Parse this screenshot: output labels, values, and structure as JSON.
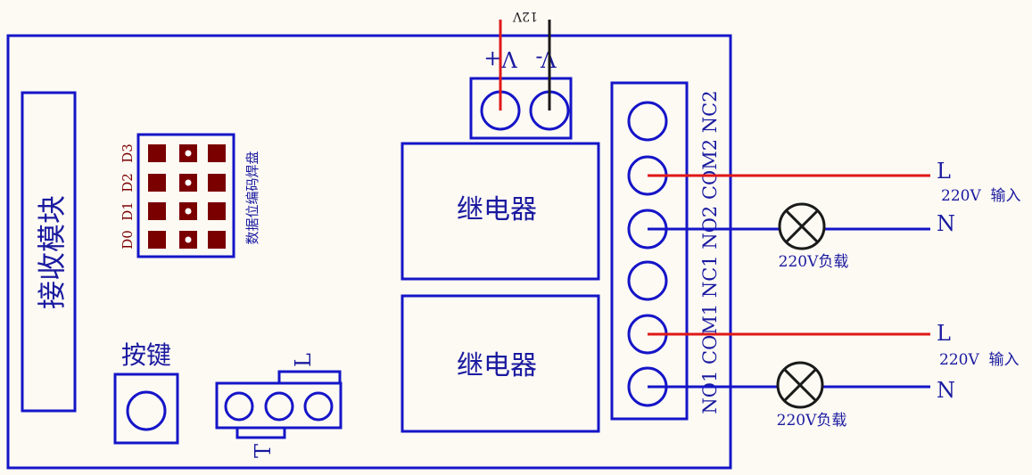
{
  "colors": {
    "board": "#1515c8",
    "text_blue": "#1a1aa0",
    "wire_red": "#e01818",
    "wire_dark": "#1a1a1a",
    "pad": "#7a0000",
    "background": "#fdfaf4"
  },
  "receiver_module_label": "接收模块",
  "button_label": "按键",
  "data_pad": {
    "bit_labels": [
      "D0",
      "D1",
      "D2",
      "D3"
    ],
    "caption": "数据位编码焊盘"
  },
  "switch_labels": {
    "top": "L",
    "bottom": "T"
  },
  "relays": [
    {
      "label": "继电器"
    },
    {
      "label": "继电器"
    }
  ],
  "power": {
    "voltage_label": "12V",
    "plus_label": "V+",
    "minus_label": "V-"
  },
  "terminal_labels": [
    "NO1",
    "COM1",
    "NC1",
    "NO2",
    "COM2",
    "NC2"
  ],
  "circuits": [
    {
      "line_label": "L",
      "neutral_label": "N",
      "input_label": "220V  输入",
      "load_label": "220V负载"
    },
    {
      "line_label": "L",
      "neutral_label": "N",
      "input_label": "220V  输入",
      "load_label": "220V负载"
    }
  ]
}
